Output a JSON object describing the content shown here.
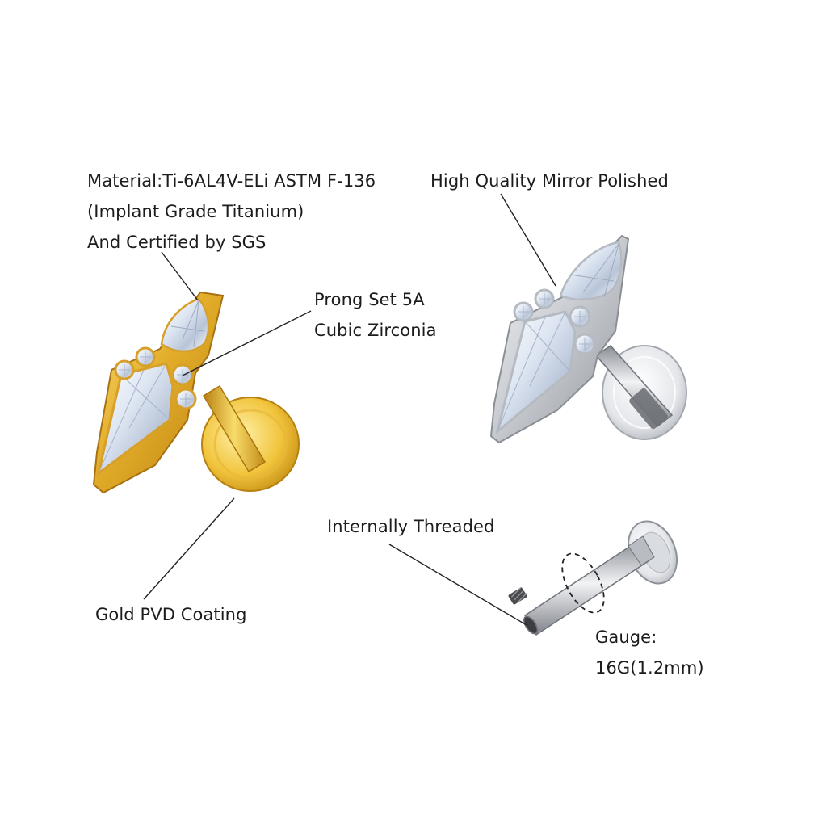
{
  "annotations": {
    "material": {
      "lines": [
        "Material:Ti-6AL4V-ELi ASTM F-136",
        "(Implant Grade Titanium)",
        "And Certified by SGS"
      ]
    },
    "mirror": {
      "lines": [
        "High Quality Mirror Polished"
      ]
    },
    "prong": {
      "lines": [
        "Prong Set 5A",
        "Cubic Zirconia"
      ]
    },
    "thread": {
      "lines": [
        "Internally Threaded"
      ]
    },
    "gold": {
      "lines": [
        "Gold PVD Coating"
      ]
    },
    "gauge": {
      "lines": [
        "Gauge:",
        "16G(1.2mm)"
      ]
    }
  },
  "colors": {
    "gold": "#d9a020",
    "gold_light": "#f6d45c",
    "silver": "#c9ccd1",
    "silver_dark": "#8d9198",
    "crystal": "#eef3fb",
    "leader_line": "#222222"
  },
  "icons": [
    "gold-labret-stud-icon",
    "silver-labret-stud-icon",
    "labret-post-icon",
    "set-screw-icon"
  ]
}
